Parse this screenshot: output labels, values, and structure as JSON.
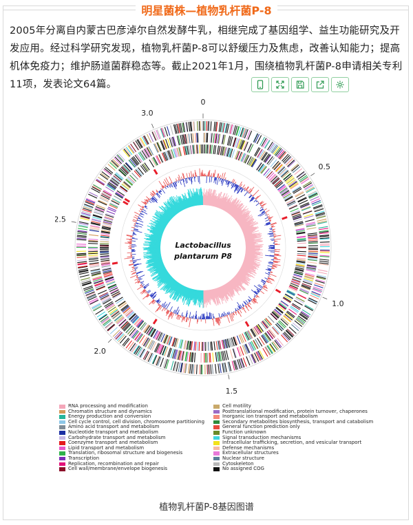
{
  "header": {
    "title": "明星菌株—植物乳杆菌P-8"
  },
  "intro": "2005年分离自内蒙古巴彦淖尔自然发酵牛乳，相继完成了基因组学、益生功能研究及开发应用。经过科学研究发现，植物乳杆菌P-8可以舒缓压力及焦虑，改善认知能力；提高机体免疫力；维护肠道菌群稳态等。截止2021年1月，围绕植物乳杆菌P-8申请相关专利11项，发表论文64篇。",
  "toolbar": {
    "icons": [
      "phone-icon",
      "expand-icon",
      "save-icon",
      "share-icon",
      "settings-icon"
    ],
    "color": "#2e9a52"
  },
  "figure": {
    "center_label_line1": "Lactobacillus",
    "center_label_line2": "plantarum P8",
    "ticks": [
      {
        "label": "0",
        "value": 0
      },
      {
        "label": "0.5",
        "value": 0.5
      },
      {
        "label": "1.0",
        "value": 1.0
      },
      {
        "label": "1.5",
        "value": 1.5
      },
      {
        "label": "2.0",
        "value": 2.0
      },
      {
        "label": "2.5",
        "value": 2.5
      },
      {
        "label": "3.0",
        "value": 3.0
      }
    ],
    "genome_max": 3.2,
    "colors": {
      "gc_positive": "#e84a4a",
      "gc_negative": "#1f2fbf",
      "skew_positive": "#f7b6c2",
      "skew_negative": "#35d9dc",
      "rrna": "#e81d2a"
    }
  },
  "legend": {
    "left": [
      {
        "label": "RNA processing and modification",
        "color": "#f4a6b9"
      },
      {
        "label": "Chromatin structure and dynamics",
        "color": "#d49a5a"
      },
      {
        "label": "Energy production and conversion",
        "color": "#26b59b"
      },
      {
        "label": "Cell cycle control, cell division, chromosome partitioning",
        "color": "#8dc7e8"
      },
      {
        "label": "Amino acid transport and metabolism",
        "color": "#7e8c97"
      },
      {
        "label": "Nucleotide transport and metabolism",
        "color": "#1c2fa3"
      },
      {
        "label": "Carbohydrate transport and metabolism",
        "color": "#c7b9e6"
      },
      {
        "label": "Coenzyme transport and metabolism",
        "color": "#e31a1c"
      },
      {
        "label": "Lipid transport and metabolism",
        "color": "#e857c8"
      },
      {
        "label": "Translation, ribosomal structure and biogenesis",
        "color": "#2fb34a"
      },
      {
        "label": "Transcription",
        "color": "#7b2fb8"
      },
      {
        "label": "Replication, recombination and repair",
        "color": "#e3127a"
      },
      {
        "label": "Cell wall/membrane/envelope biogenesis",
        "color": "#8c0f2a"
      }
    ],
    "right": [
      {
        "label": "Cell motility",
        "color": "#c9a96a"
      },
      {
        "label": "Posttranslational modification, protein turnover, chaperones",
        "color": "#9b6bc7"
      },
      {
        "label": "Inorganic ion transport and metabolism",
        "color": "#f48a7a"
      },
      {
        "label": "Secondary metabolites biosynthesis, transport and catabolism",
        "color": "#2e8b3a"
      },
      {
        "label": "General function prediction only",
        "color": "#e84a3c"
      },
      {
        "label": "Function unknown",
        "color": "#6a8a2a"
      },
      {
        "label": "Signal transduction mechanisms",
        "color": "#3fd6e0"
      },
      {
        "label": "Intracellular trafficking, secretion, and vesicular transport",
        "color": "#f2e21b"
      },
      {
        "label": "Defense mechanisms",
        "color": "#f7b9a4"
      },
      {
        "label": "Extracellular structures",
        "color": "#e87ad9"
      },
      {
        "label": "Nuclear structure",
        "color": "#5a7f99"
      },
      {
        "label": "Cytoskeleton",
        "color": "#b8b8b8"
      },
      {
        "label": "No assigned COG",
        "color": "#111111"
      }
    ]
  },
  "caption": "植物乳杆菌P-8基因图谱"
}
